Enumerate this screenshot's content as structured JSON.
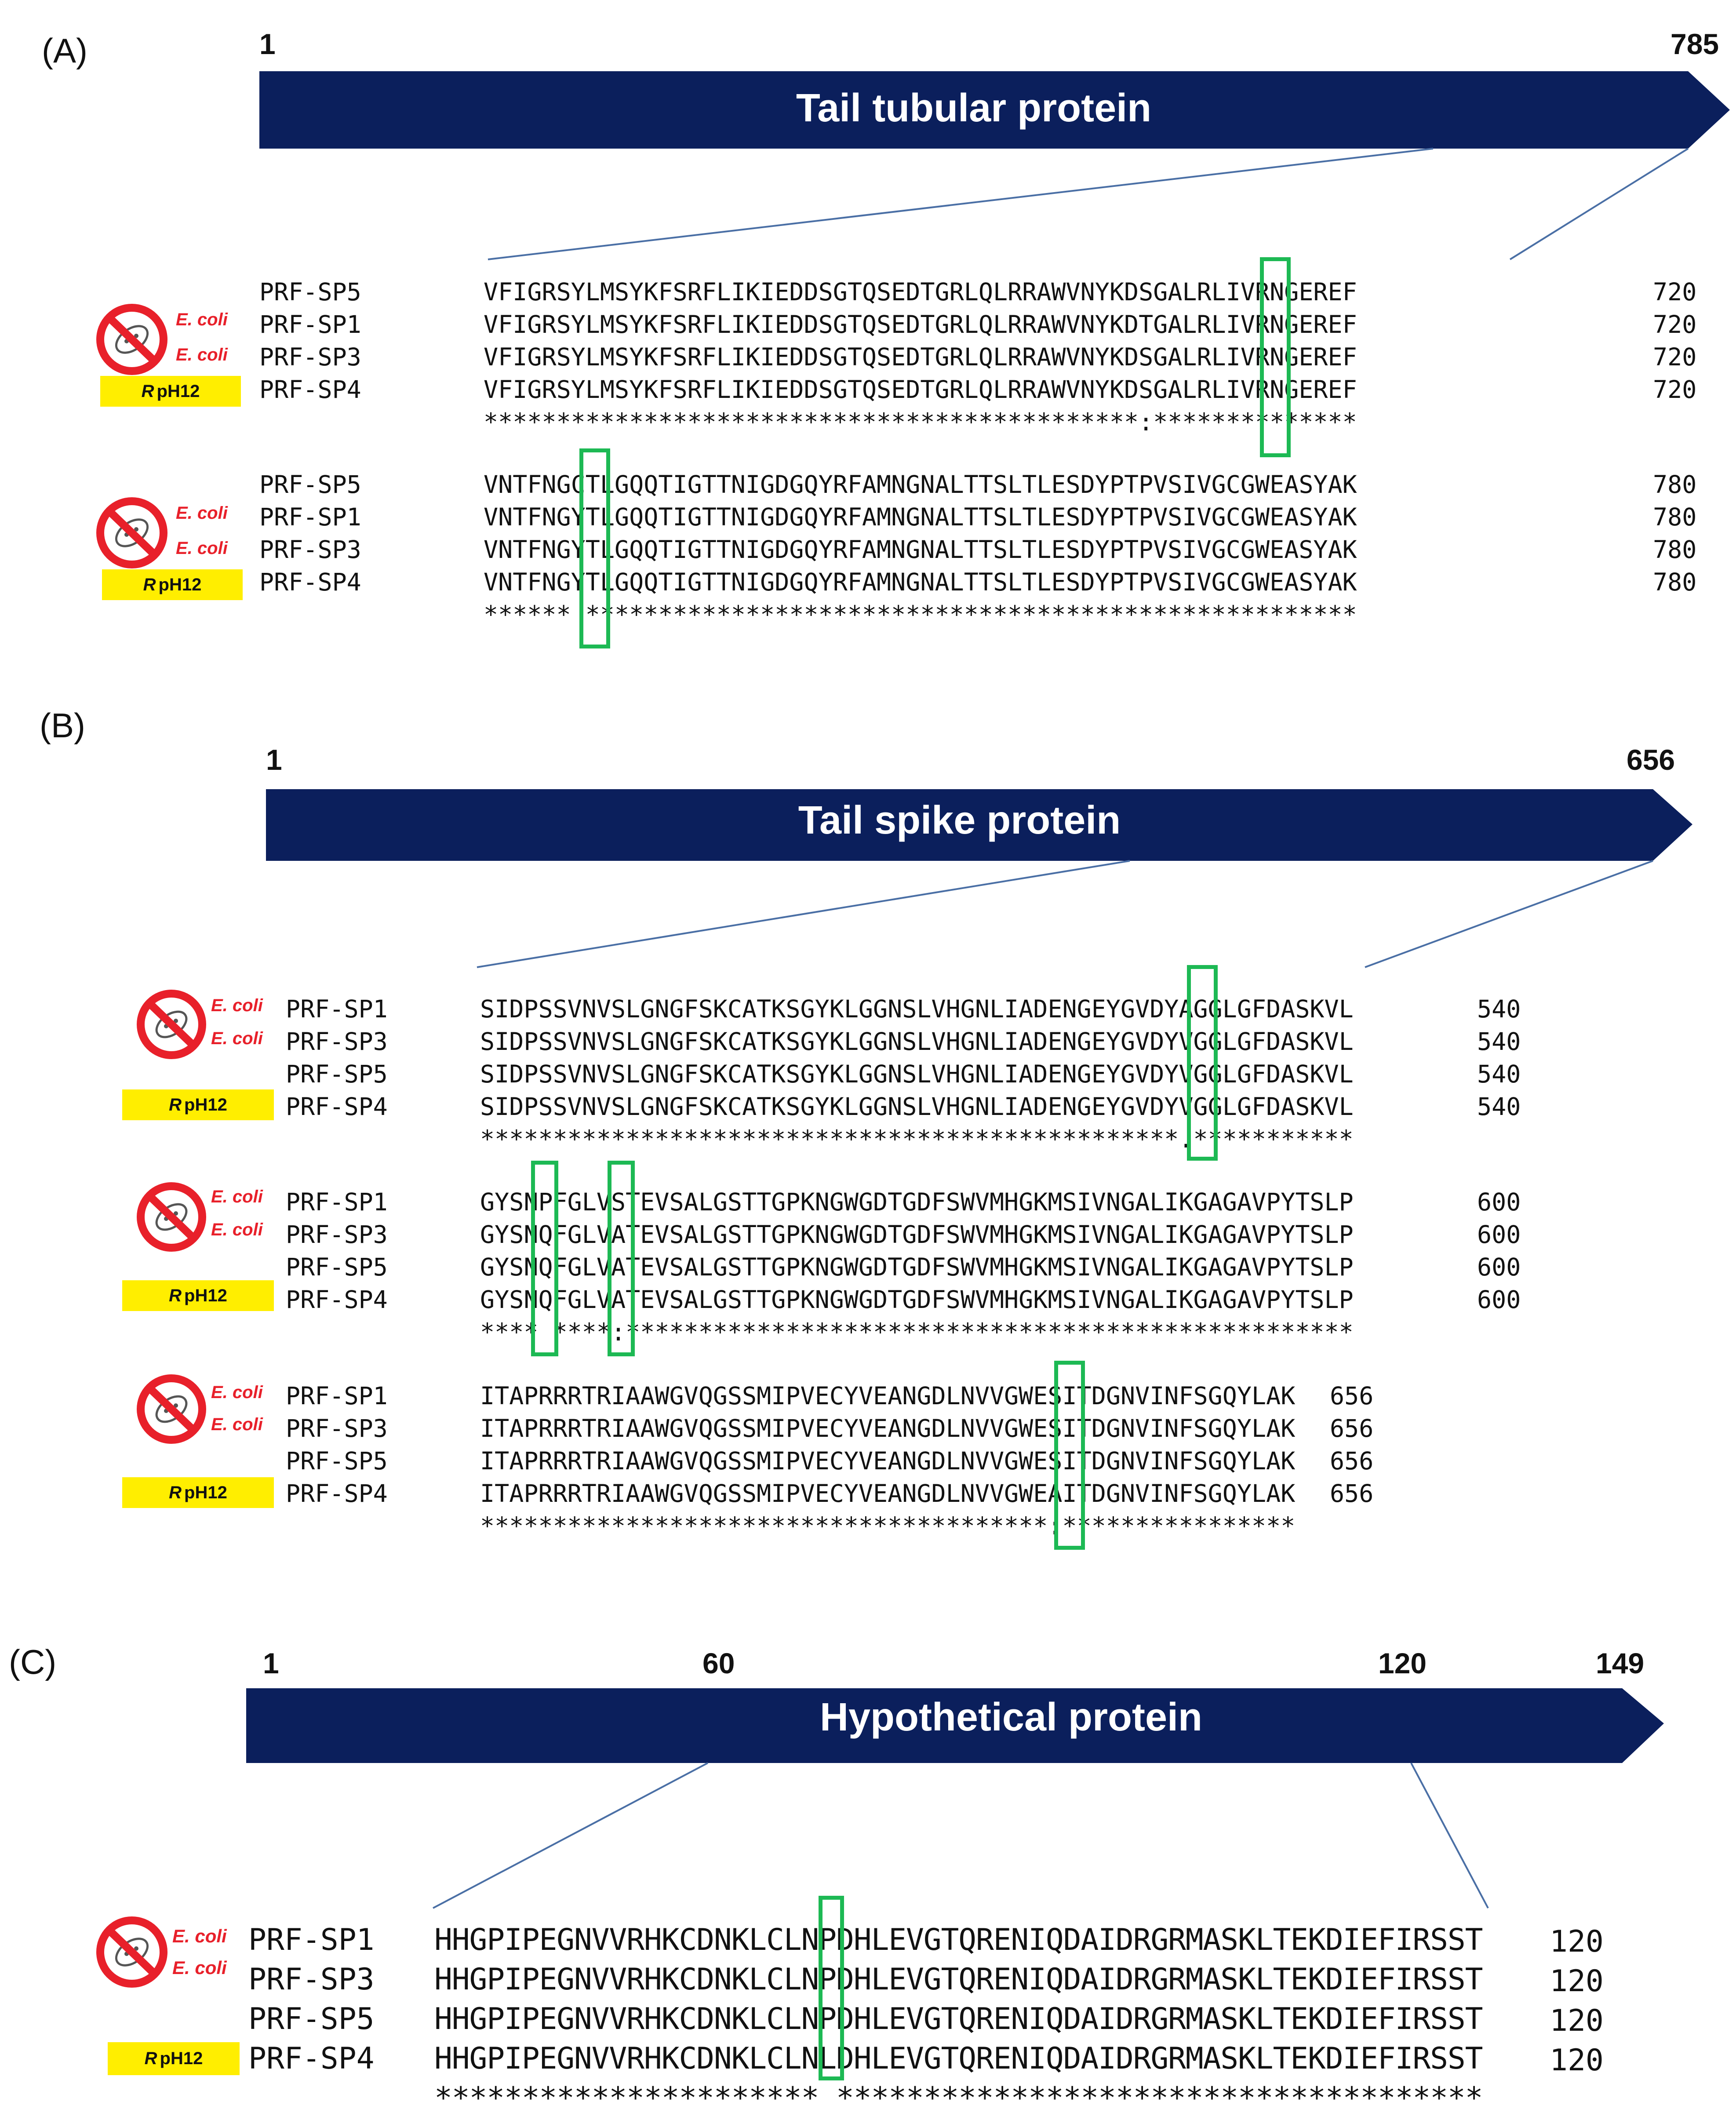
{
  "panels": [
    {
      "id": "A",
      "label": "(A)",
      "protein": "Tail tubular protein",
      "ruler": [
        "1",
        "785"
      ],
      "groups": [
        {
          "rows": [
            {
              "name": "PRF-SP5",
              "seq": "VFIGRSYLMSYKFSRFLIKIEDDSGTQSEDTGRLQLRRAWVNYKDSGALRLIVRNGEREF",
              "end": "720"
            },
            {
              "name": "PRF-SP1",
              "seq": "VFIGRSYLMSYKFSRFLIKIEDDSGTQSEDTGRLQLRRAWVNYKDTGALRLIVRNGEREF",
              "end": "720"
            },
            {
              "name": "PRF-SP3",
              "seq": "VFIGRSYLMSYKFSRFLIKIEDDSGTQSEDTGRLQLRRAWVNYKDSGALRLIVRNGEREF",
              "end": "720"
            },
            {
              "name": "PRF-SP4",
              "seq": "VFIGRSYLMSYKFSRFLIKIEDDSGTQSEDTGRLQLRRAWVNYKDSGALRLIVRNGEREF",
              "end": "720"
            }
          ],
          "consensus": "*********************************************:**************",
          "markers": [
            {
              "type": "ecoli",
              "text": "E. coli"
            },
            {
              "type": "ecoli",
              "text": "E. coli"
            },
            {
              "type": "rph",
              "r": "R",
              "text": "pH12"
            }
          ]
        },
        {
          "rows": [
            {
              "name": "PRF-SP5",
              "seq": "VNTFNGCTLGQQTIGTTNIGDGQYRFAMNGNALTTSLTLESDYPTPVSIVGCGWEASYAK",
              "end": "780"
            },
            {
              "name": "PRF-SP1",
              "seq": "VNTFNGYTLGQQTIGTTNIGDGQYRFAMNGNALTTSLTLESDYPTPVSIVGCGWEASYAK",
              "end": "780"
            },
            {
              "name": "PRF-SP3",
              "seq": "VNTFNGYTLGQQTIGTTNIGDGQYRFAMNGNALTTSLTLESDYPTPVSIVGCGWEASYAK",
              "end": "780"
            },
            {
              "name": "PRF-SP4",
              "seq": "VNTFNGYTLGQQTIGTTNIGDGQYRFAMNGNALTTSLTLESDYPTPVSIVGCGWEASYAK",
              "end": "780"
            }
          ],
          "consensus": "****** *****************************************************",
          "markers": [
            {
              "type": "ecoli",
              "text": "E. coli"
            },
            {
              "type": "ecoli",
              "text": "E. coli"
            },
            {
              "type": "rph",
              "r": "R",
              "text": "pH12"
            }
          ]
        }
      ]
    },
    {
      "id": "B",
      "label": "(B)",
      "protein": "Tail spike protein",
      "ruler": [
        "1",
        "656"
      ],
      "groups": [
        {
          "rows": [
            {
              "name": "PRF-SP1",
              "seq": "SIDPSSVNVSLGNGFSKCATKSGYKLGGNSLVHGNLIADENGEYGVDYAGGLGFDASKVL",
              "end": "540"
            },
            {
              "name": "PRF-SP3",
              "seq": "SIDPSSVNVSLGNGFSKCATKSGYKLGGNSLVHGNLIADENGEYGVDYVGGLGFDASKVL",
              "end": "540"
            },
            {
              "name": "PRF-SP5",
              "seq": "SIDPSSVNVSLGNGFSKCATKSGYKLGGNSLVHGNLIADENGEYGVDYVGGLGFDASKVL",
              "end": "540"
            },
            {
              "name": "PRF-SP4",
              "seq": "SIDPSSVNVSLGNGFSKCATKSGYKLGGNSLVHGNLIADENGEYGVDYVGGLGFDASKVL",
              "end": "540"
            }
          ],
          "consensus": "************************************************.***********",
          "markers": [
            {
              "type": "ecoli",
              "text": "E. coli"
            },
            {
              "type": "ecoli",
              "text": "E. coli"
            },
            {
              "type": "rph",
              "r": "R",
              "text": "pH12"
            }
          ]
        },
        {
          "rows": [
            {
              "name": "PRF-SP1",
              "seq": "GYSNPFGLVSTEVSALGSTTGPKNGWGDTGDFSWVMHGKMSIVNGALIKGAGAVPYTSLP",
              "end": "600"
            },
            {
              "name": "PRF-SP3",
              "seq": "GYSNQFGLVATEVSALGSTTGPKNGWGDTGDFSWVMHGKMSIVNGALIKGAGAVPYTSLP",
              "end": "600"
            },
            {
              "name": "PRF-SP5",
              "seq": "GYSNQFGLVATEVSALGSTTGPKNGWGDTGDFSWVMHGKMSIVNGALIKGAGAVPYTSLP",
              "end": "600"
            },
            {
              "name": "PRF-SP4",
              "seq": "GYSNQFGLVATEVSALGSTTGPKNGWGDTGDFSWVMHGKMSIVNGALIKGAGAVPYTSLP",
              "end": "600"
            }
          ],
          "consensus": "**** ****:**************************************************",
          "markers": [
            {
              "type": "ecoli",
              "text": "E. coli"
            },
            {
              "type": "ecoli",
              "text": "E. coli"
            },
            {
              "type": "rph",
              "r": "R",
              "text": "pH12"
            }
          ]
        },
        {
          "rows": [
            {
              "name": "PRF-SP1",
              "seq": "ITAPRRRTRIAAWGVQGSSMIPVECYVEANGDLNVVGWESITDGNVINFSGQYLAK",
              "end": "656"
            },
            {
              "name": "PRF-SP3",
              "seq": "ITAPRRRTRIAAWGVQGSSMIPVECYVEANGDLNVVGWESITDGNVINFSGQYLAK",
              "end": "656"
            },
            {
              "name": "PRF-SP5",
              "seq": "ITAPRRRTRIAAWGVQGSSMIPVECYVEANGDLNVVGWESITDGNVINFSGQYLAK",
              "end": "656"
            },
            {
              "name": "PRF-SP4",
              "seq": "ITAPRRRTRIAAWGVQGSSMIPVECYVEANGDLNVVGWEAITDGNVINFSGQYLAK",
              "end": "656"
            }
          ],
          "consensus": "***************************************:****************",
          "markers": [
            {
              "type": "ecoli",
              "text": "E. coli"
            },
            {
              "type": "ecoli",
              "text": "E. coli"
            },
            {
              "type": "rph",
              "r": "R",
              "text": "pH12"
            }
          ]
        }
      ]
    },
    {
      "id": "C",
      "label": "(C)",
      "protein": "Hypothetical protein",
      "ruler": [
        "1",
        "60",
        "120",
        "149"
      ],
      "groups": [
        {
          "rows": [
            {
              "name": "PRF-SP1",
              "seq": "HHGPIPEGNVVRHKCDNKLCLNPDHLEVGTQRENIQDAIDRGRMASKLTEKDIEFIRSST",
              "end": "120"
            },
            {
              "name": "PRF-SP3",
              "seq": "HHGPIPEGNVVRHKCDNKLCLNPDHLEVGTQRENIQDAIDRGRMASKLTEKDIEFIRSST",
              "end": "120"
            },
            {
              "name": "PRF-SP5",
              "seq": "HHGPIPEGNVVRHKCDNKLCLNPDHLEVGTQRENIQDAIDRGRMASKLTEKDIEFIRSST",
              "end": "120"
            },
            {
              "name": "PRF-SP4",
              "seq": "HHGPIPEGNVVRHKCDNKLCLNLDHLEVGTQRENIQDAIDRGRMASKLTEKDIEFIRSST",
              "end": "120"
            }
          ],
          "consensus": "********************** *************************************",
          "markers": [
            {
              "type": "ecoli",
              "text": "E. coli"
            },
            {
              "type": "ecoli",
              "text": "E. coli"
            },
            {
              "type": "rph",
              "r": "R",
              "text": "pH12"
            }
          ]
        }
      ]
    }
  ],
  "colors": {
    "arrow": "#0b1f5c",
    "highlight": "#1db954",
    "ecoli_text": "#e8202a",
    "rph_box": "#ffee00",
    "guide_line": "#4a6fa5"
  },
  "icons": [
    "no-bacteria-icon"
  ]
}
